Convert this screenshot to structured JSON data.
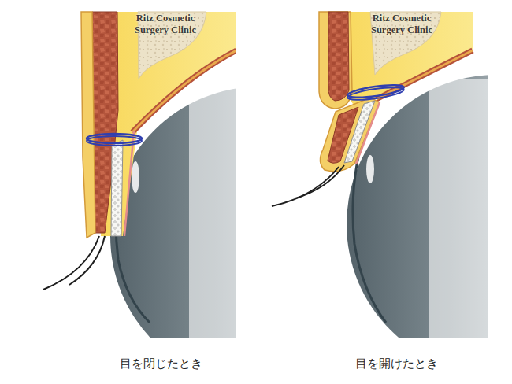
{
  "diagram": {
    "labels": [
      "Ritz Cosmetic Surgery Clinic",
      "Ritz Cosmetic Surgery Clinic",
      "目を閉じたとき",
      "目を開けたとき"
    ]
  }
}
